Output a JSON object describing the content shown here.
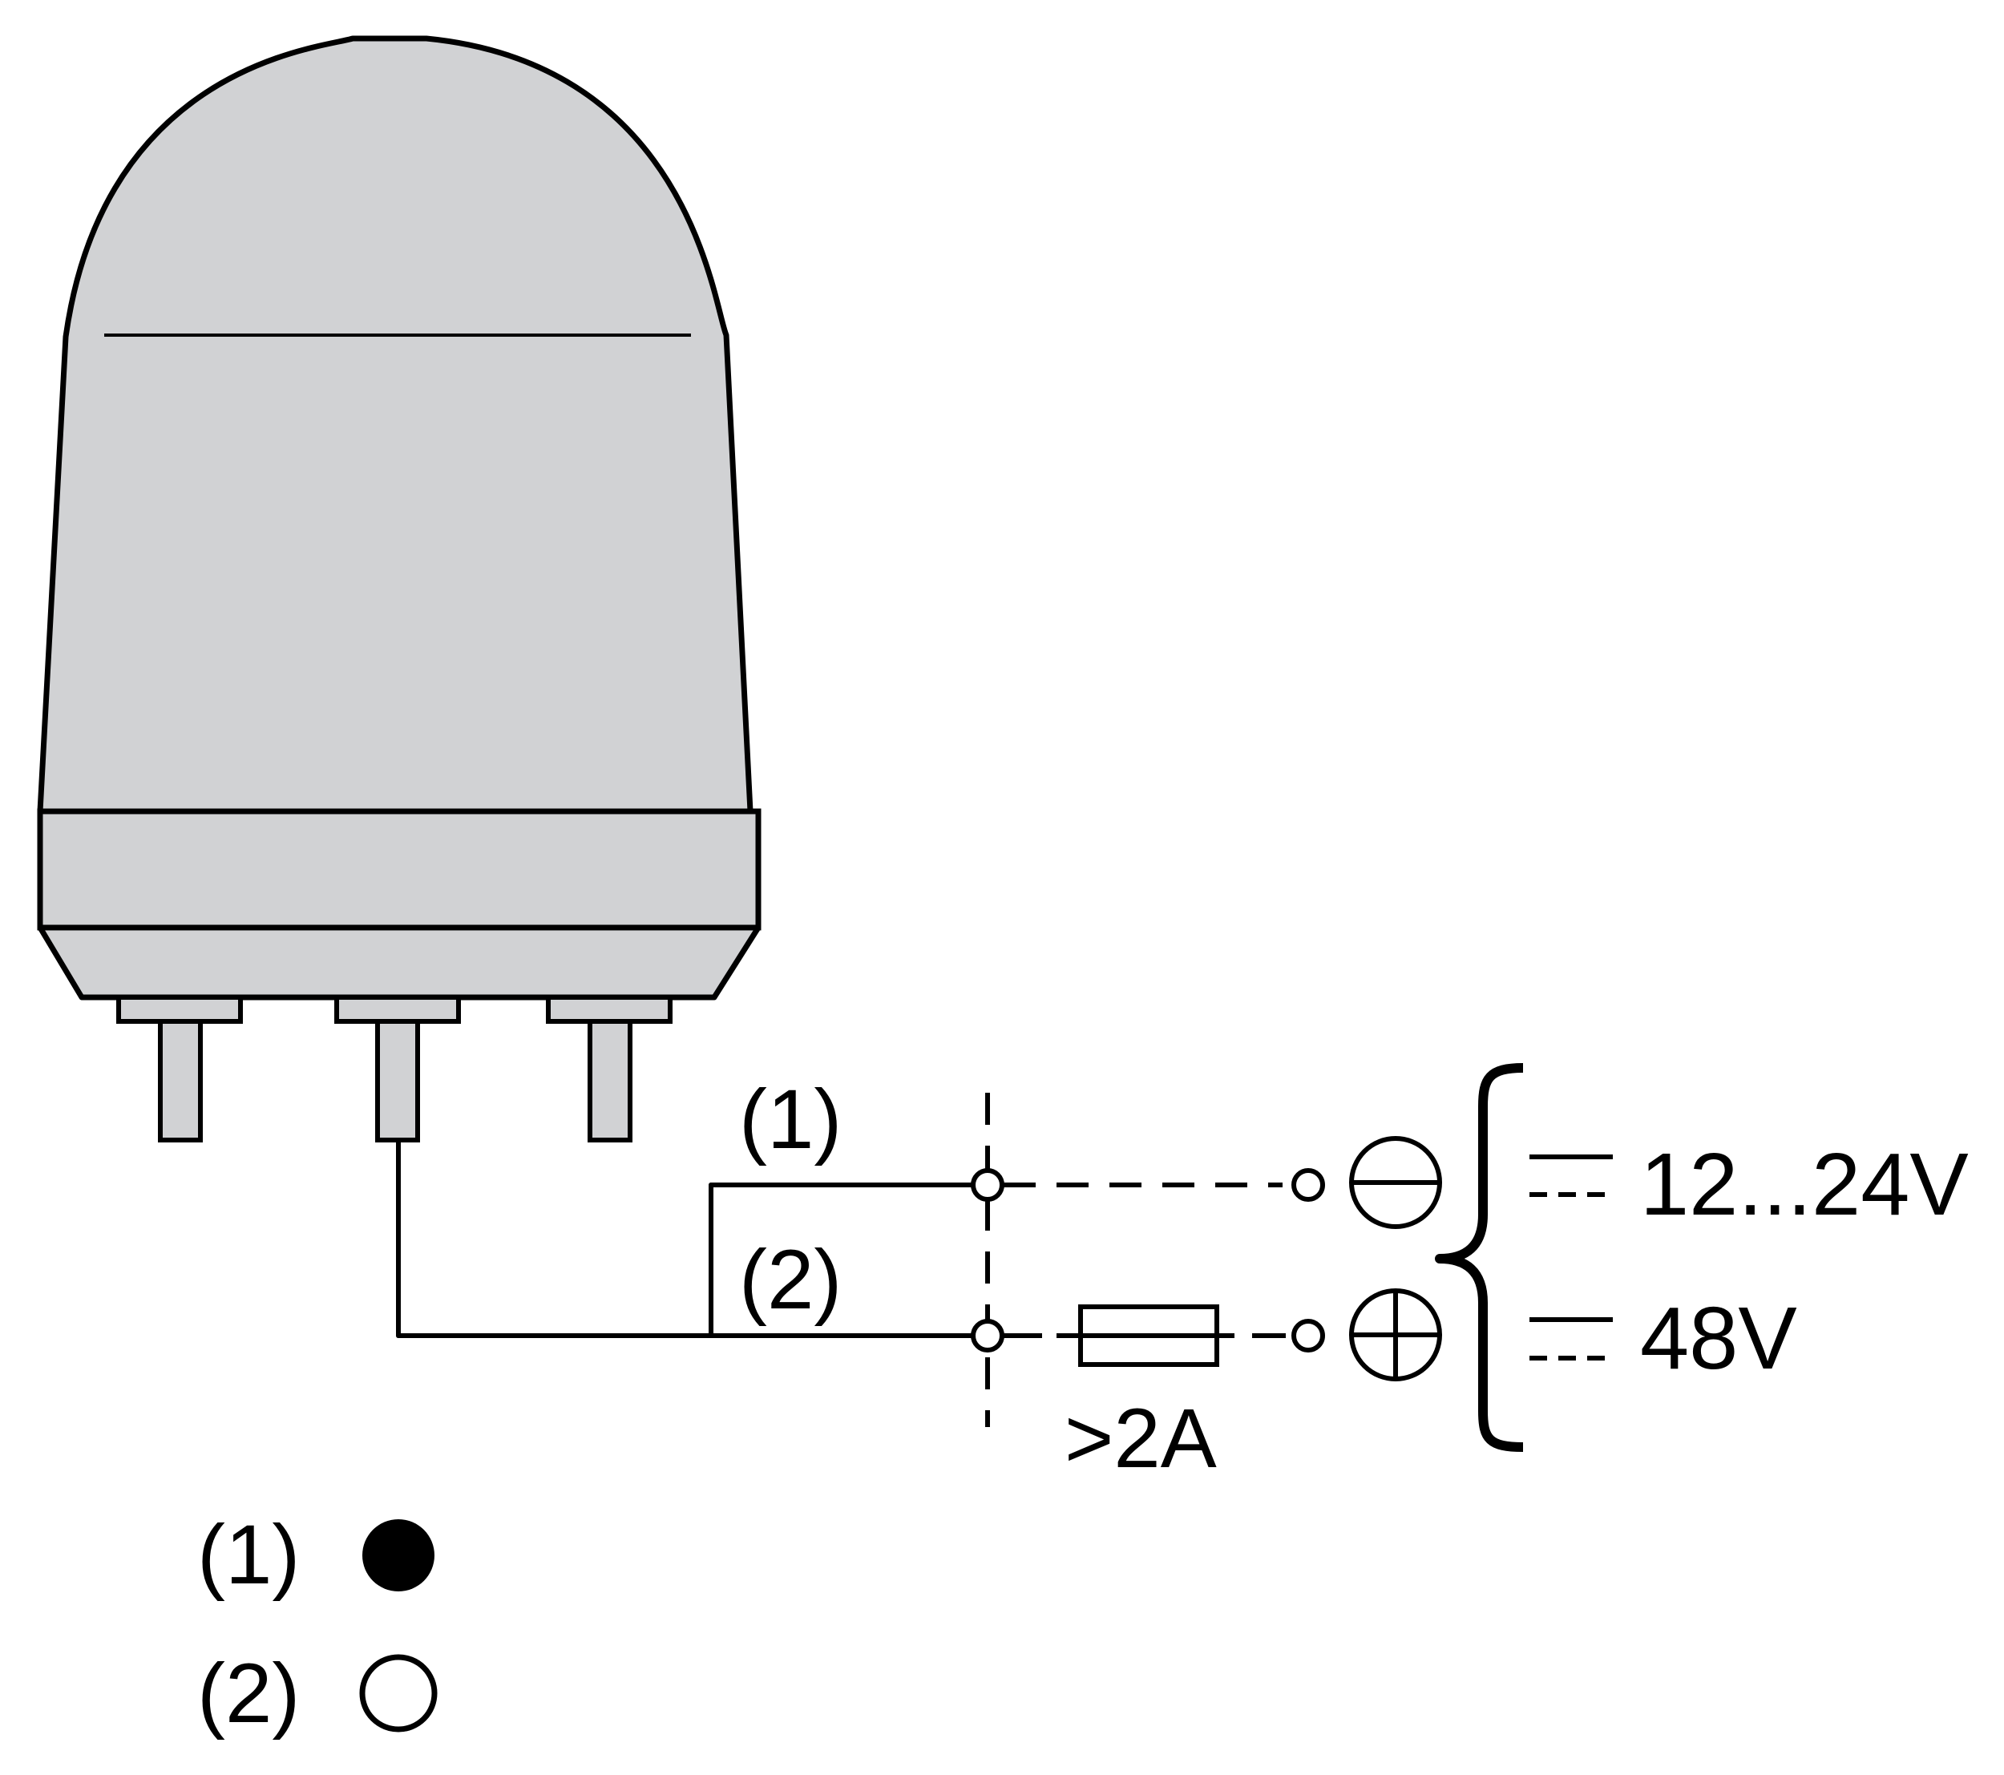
{
  "colors": {
    "housing_fill": "#d1d2d4",
    "line": "#000000",
    "background": "#ffffff"
  },
  "wiring": {
    "wire_1_label": "(1)",
    "wire_2_label": "(2)",
    "fuse_label": ">2A",
    "negative_symbol": "minus-terminal-icon",
    "positive_symbol": "plus-terminal-icon"
  },
  "supply": {
    "voltage_range": "12...24V",
    "voltage_alt": "48V"
  },
  "legend": [
    {
      "label": "(1)",
      "symbol": "filled-circle-icon"
    },
    {
      "label": "(2)",
      "symbol": "hollow-circle-icon"
    }
  ]
}
